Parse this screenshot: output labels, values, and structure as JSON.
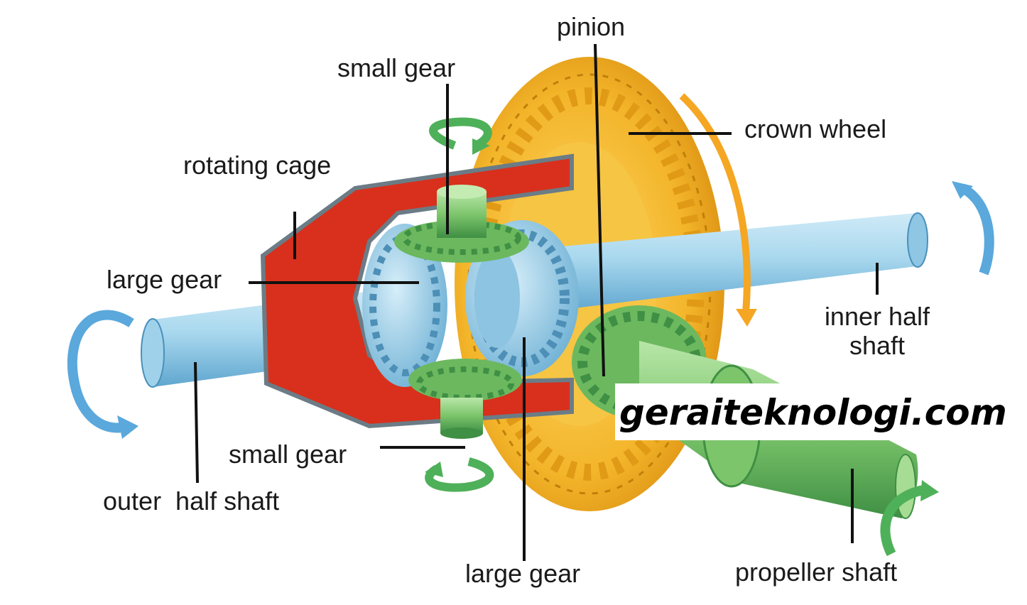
{
  "labels": {
    "pinion": "pinion",
    "small_gear_top": "small gear",
    "crown_wheel": "crown wheel",
    "rotating_cage": "rotating cage",
    "large_gear_left": "large gear",
    "inner_half_shaft": "inner half shaft",
    "small_gear_bottom": "small gear",
    "outer_half_shaft": "outer  half shaft",
    "large_gear_bottom": "large gear",
    "propeller_shaft": "propeller shaft"
  },
  "watermark": "geraiteknologi.com",
  "colors": {
    "crown_wheel": "#f2b21e",
    "cage": "#d8301c",
    "gear_green": "#7bc46a",
    "shaft_blue": "#9fd2ea",
    "arrow_blue": "#5aa8dc",
    "arrow_green": "#4fb05a",
    "arrow_orange": "#f5a623"
  }
}
